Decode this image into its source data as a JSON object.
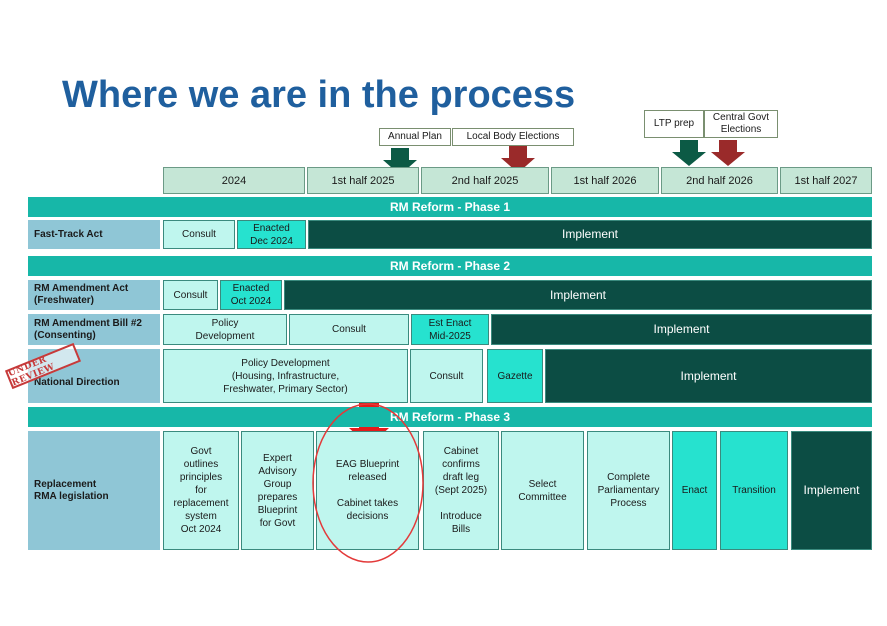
{
  "title": "Where we are in the process",
  "colors": {
    "title": "#1f5f9e",
    "phase_bar": "#17b7a8",
    "dark": "#0c4d44",
    "light": "#bff6ee",
    "mid": "#26e2cf",
    "label": "#8fc6d6",
    "header": "#c5e6d6",
    "arrow_green": "#0c5a45",
    "arrow_red": "#9a2a2a"
  },
  "timeline": [
    "2024",
    "1st half 2025",
    "2nd half 2025",
    "1st half 2026",
    "2nd half 2026",
    "1st half 2027"
  ],
  "callouts": {
    "annual_plan": "Annual Plan",
    "local_body": "Local Body Elections",
    "ltp_prep": "LTP prep",
    "central_govt": "Central Govt\nElections"
  },
  "phases": {
    "p1": "RM Reform - Phase 1",
    "p2": "RM Reform - Phase 2",
    "p3": "RM Reform - Phase 3"
  },
  "rows": {
    "fast_track": {
      "label": "Fast-Track Act",
      "consult": "Consult",
      "enacted": "Enacted\nDec 2024",
      "implement": "Implement"
    },
    "rm_amend_act": {
      "label": "RM Amendment Act\n(Freshwater)",
      "consult": "Consult",
      "enacted": "Enacted\nOct 2024",
      "implement": "Implement"
    },
    "rm_amend_bill": {
      "label": "RM Amendment Bill #2\n(Consenting)",
      "policy": "Policy\nDevelopment",
      "consult": "Consult",
      "est_enact": "Est Enact\nMid-2025",
      "implement": "Implement"
    },
    "national_direction": {
      "label": "National Direction",
      "stamp": "UNDER REVIEW",
      "policy": "Policy  Development\n(Housing, Infrastructure,\nFreshwater, Primary Sector)",
      "consult": "Consult",
      "gazette": "Gazette",
      "implement": "Implement"
    },
    "replacement": {
      "label": "Replacement\n RMA legislation",
      "c1": "Govt\noutlines\nprinciples\nfor\nreplacement\nsystem\nOct 2024",
      "c2": "Expert\nAdvisory\nGroup\nprepares\nBlueprint\nfor Govt",
      "c3": "EAG Blueprint\nreleased\n\nCabinet takes\ndecisions",
      "c4": "Cabinet\nconfirms\ndraft leg\n(Sept 2025)\n\nIntroduce\nBills",
      "c5": "Select\nCommittee",
      "c6": "Complete\nParliamentary\nProcess",
      "c7": "Enact",
      "c8": "Transition",
      "c9": "Implement"
    }
  }
}
